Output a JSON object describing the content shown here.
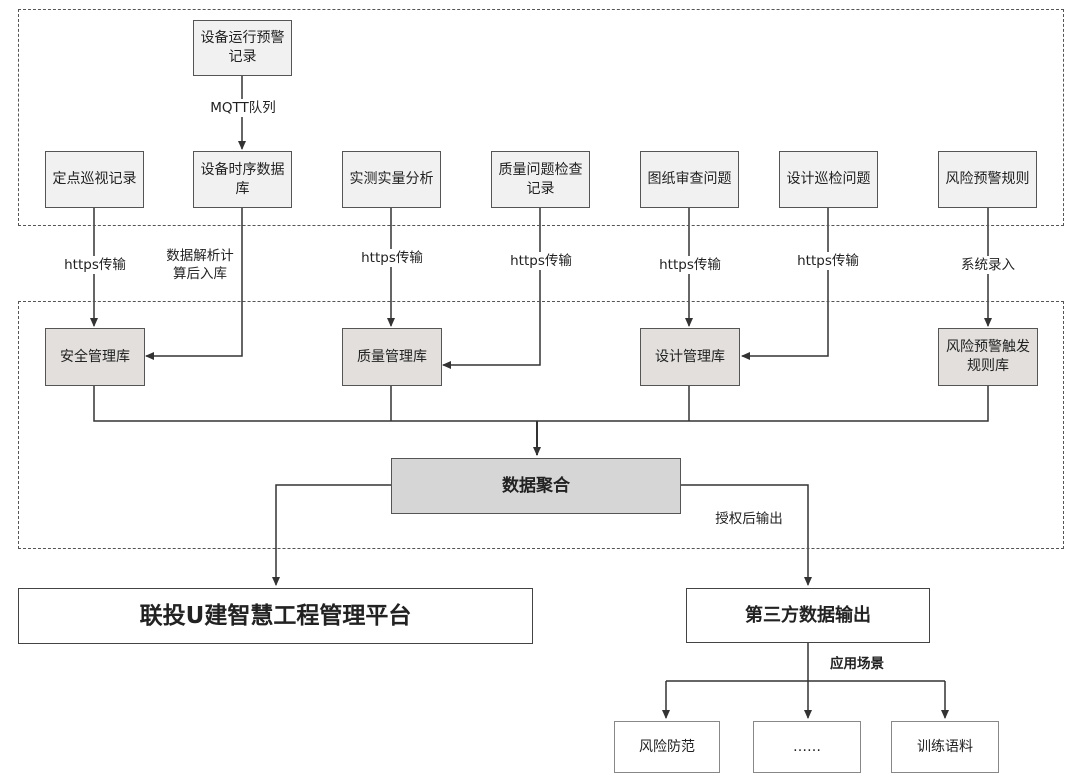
{
  "sources": {
    "alarm_record": "设备运行预警记录",
    "patrol_record": "定点巡视记录",
    "timeseries_db": "设备时序数据库",
    "measurement": "实测实量分析",
    "quality_check": "质量问题检查记录",
    "drawing_review": "图纸审查问题",
    "design_patrol": "设计巡检问题",
    "risk_rules": "风险预警规则"
  },
  "databases": {
    "safety": "安全管理库",
    "quality": "质量管理库",
    "design": "设计管理库",
    "risk": "风险预警触发规则库"
  },
  "edge_labels": {
    "mqtt": "MQTT队列",
    "https_1": "https传输",
    "parse": "数据解析计算后入库",
    "https_2": "https传输",
    "https_3": "https传输",
    "https_4": "https传输",
    "https_5": "https传输",
    "manual": "系统录入",
    "authorized": "授权后输出",
    "scenarios": "应用场景"
  },
  "aggregation": "数据聚合",
  "outputs": {
    "platform": "联投U建智慧工程管理平台",
    "third_party": "第三方数据输出"
  },
  "scenes": [
    "风险防范",
    "……",
    "训练语料"
  ]
}
